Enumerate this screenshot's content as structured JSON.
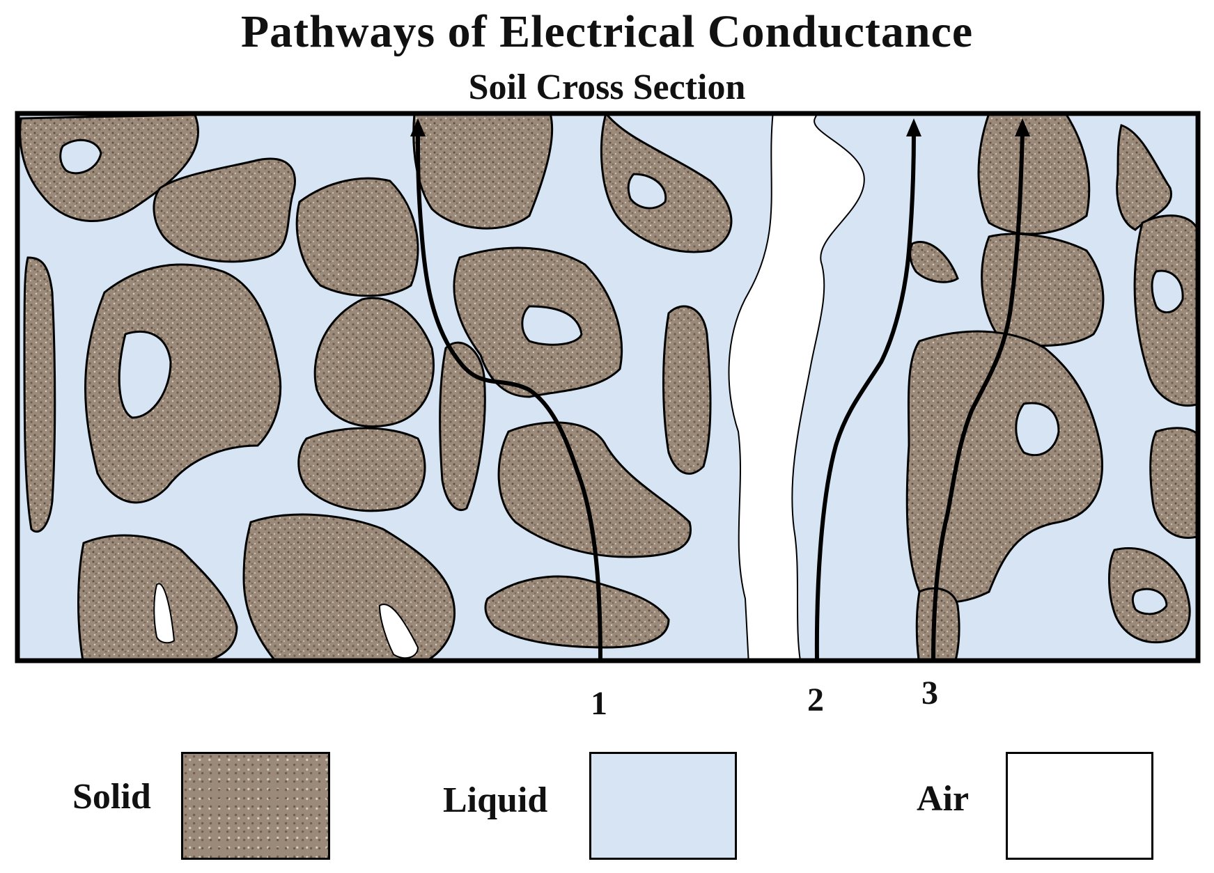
{
  "title": "Pathways of Electrical Conductance",
  "subtitle": "Soil Cross Section",
  "pathways": [
    {
      "label": "1"
    },
    {
      "label": "2"
    },
    {
      "label": "3"
    }
  ],
  "legend": [
    {
      "label": "Solid",
      "color": "#9b8a7a"
    },
    {
      "label": "Liquid",
      "color": "#d6e4f3"
    },
    {
      "label": "Air",
      "color": "#ffffff"
    }
  ],
  "colors": {
    "solid": "#9b8a7a",
    "liquid": "#d6e4f3",
    "air": "#ffffff",
    "outline": "#000000"
  }
}
